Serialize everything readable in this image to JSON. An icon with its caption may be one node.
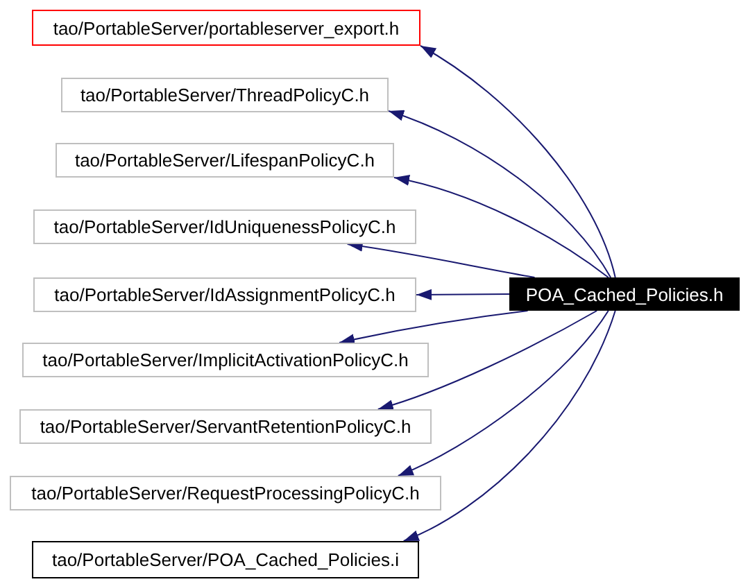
{
  "diagram": {
    "nodes": [
      {
        "text": [
          "tao/PortableServer/portableserver_export.h"
        ]
      },
      {
        "text": [
          "tao/PortableServer/ThreadPolicyC.h"
        ]
      },
      {
        "text": [
          "tao/PortableServer/LifespanPolicyC.h"
        ]
      },
      {
        "text": [
          "tao/PortableServer/IdUniquenessPolicyC.h"
        ]
      },
      {
        "text": [
          "tao/PortableServer/IdAssignmentPolicyC.h"
        ]
      },
      {
        "text": [
          "tao/PortableServer/ImplicitActivationPolicyC.h"
        ]
      },
      {
        "text": [
          "tao/PortableServer/ServantRetentionPolicyC.h"
        ]
      },
      {
        "text": [
          "tao/PortableServer/RequestProcessingPolicyC.h"
        ]
      },
      {
        "text": [
          "tao/PortableServer/POA_Cached_Policies.i"
        ]
      },
      {
        "text": [
          "POA_Cached_Policies.h"
        ]
      }
    ],
    "edges": [
      {
        "from": 9,
        "to": 0,
        "arrow": "to"
      },
      {
        "from": 9,
        "to": 1,
        "arrow": "to"
      },
      {
        "from": 9,
        "to": 2,
        "arrow": "to"
      },
      {
        "from": 9,
        "to": 3,
        "arrow": "to"
      },
      {
        "from": 9,
        "to": 4,
        "arrow": "to"
      },
      {
        "from": 9,
        "to": 5,
        "arrow": "to"
      },
      {
        "from": 9,
        "to": 6,
        "arrow": "to"
      },
      {
        "from": 9,
        "to": 7,
        "arrow": "to"
      },
      {
        "from": 9,
        "to": 8,
        "arrow": "to"
      }
    ]
  }
}
